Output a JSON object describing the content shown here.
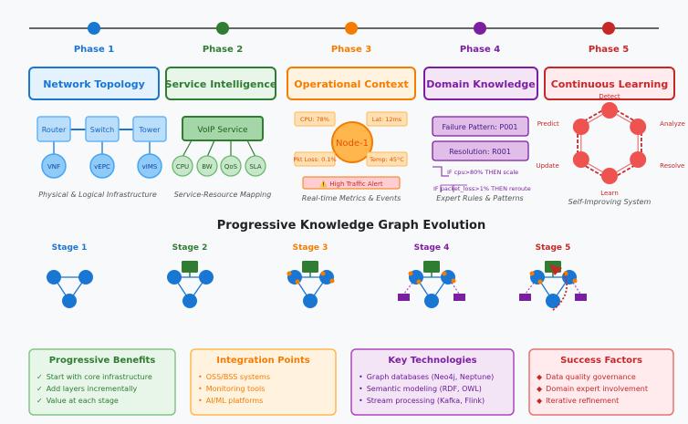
{
  "colors": {
    "blue": "#1976d2",
    "green": "#2e7d32",
    "orange": "#f57c00",
    "purple": "#7b1fa2",
    "red": "#c62828",
    "blue_bg": "#e3f2fd",
    "green_bg": "#e8f5e9",
    "orange_bg": "#fff3e0",
    "purple_bg": "#f3e5f5",
    "red_bg": "#ffebee"
  },
  "phases": [
    {
      "label": "Phase 1",
      "title": "Network Topology",
      "caption": "Physical & Logical Infrastructure"
    },
    {
      "label": "Phase 2",
      "title": "Service Intelligence",
      "caption": "Service-Resource Mapping"
    },
    {
      "label": "Phase 3",
      "title": "Operational Context",
      "caption": "Real-time Metrics & Events"
    },
    {
      "label": "Phase 4",
      "title": "Domain Knowledge",
      "caption": "Expert Rules & Patterns"
    },
    {
      "label": "Phase 5",
      "title": "Continuous Learning",
      "caption": "Self-Improving System"
    }
  ],
  "topology": {
    "devices": [
      "Router",
      "Switch",
      "Tower"
    ],
    "functions": [
      "VNF",
      "vEPC",
      "vIMS"
    ]
  },
  "service": {
    "name": "VoIP Service",
    "resources": [
      "CPU",
      "BW",
      "QoS",
      "SLA"
    ]
  },
  "operational": {
    "node": "Node-1",
    "metrics": [
      "CPU: 78%",
      "Lat: 12ms",
      "Pkt Loss: 0.1%",
      "Temp: 45°C"
    ],
    "alert": "⚠️ High Traffic Alert"
  },
  "domain": {
    "pattern": "Failure Pattern: P001",
    "resolution": "Resolution: R001",
    "rules": [
      "IF cpu>80% THEN scale",
      "IF packet_loss>1% THEN reroute"
    ]
  },
  "learning": {
    "steps": [
      "Detect",
      "Analyze",
      "Resolve",
      "Learn",
      "Update",
      "Predict"
    ]
  },
  "evolution": {
    "title": "Progressive Knowledge Graph Evolution",
    "stages": [
      "Stage 1",
      "Stage 2",
      "Stage 3",
      "Stage 4",
      "Stage 5"
    ]
  },
  "cards": [
    {
      "title": "Progressive Benefits",
      "bullet": "✓",
      "items": [
        "Start with core infrastructure",
        "Add layers incrementally",
        "Value at each stage"
      ]
    },
    {
      "title": "Integration Points",
      "bullet": "•",
      "items": [
        "OSS/BSS systems",
        "Monitoring tools",
        "AI/ML platforms"
      ]
    },
    {
      "title": "Key Technologies",
      "bullet": "•",
      "items": [
        "Graph databases (Neo4j, Neptune)",
        "Semantic modeling (RDF, OWL)",
        "Stream processing (Kafka, Flink)"
      ]
    },
    {
      "title": "Success Factors",
      "bullet": "◆",
      "items": [
        "Data quality governance",
        "Domain expert involvement",
        "Iterative refinement"
      ]
    }
  ]
}
